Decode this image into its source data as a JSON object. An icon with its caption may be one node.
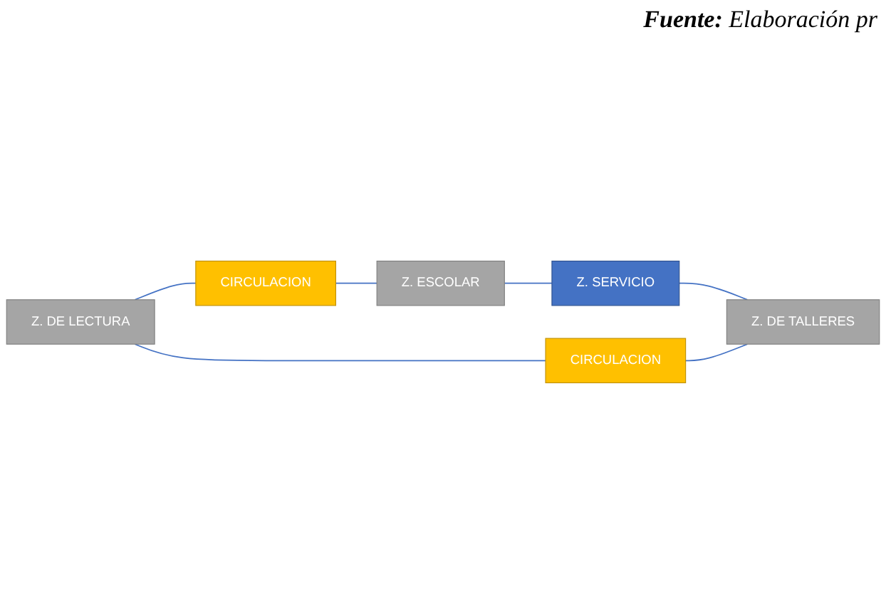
{
  "diagram": {
    "caption": "**Fuente:** Elaboración pr",
    "nodes": [
      {
        "text": [
          "Z. DE LECTURA"
        ]
      },
      {
        "text": [
          "CIRCULACION"
        ]
      },
      {
        "text": [
          "Z. ESCOLAR"
        ]
      },
      {
        "text": [
          "Z. SERVICIO"
        ]
      },
      {
        "text": [
          "CIRCULACION"
        ]
      },
      {
        "text": [
          "Z. DE TALLERES"
        ]
      }
    ],
    "edges": [
      {
        "from": 0,
        "to": 1,
        "arrow": "none"
      },
      {
        "from": 1,
        "to": 2,
        "arrow": "none"
      },
      {
        "from": 2,
        "to": 3,
        "arrow": "none"
      },
      {
        "from": 3,
        "to": 5,
        "arrow": "none"
      },
      {
        "from": 0,
        "to": 4,
        "arrow": "none"
      },
      {
        "from": 4,
        "to": 5,
        "arrow": "none"
      }
    ]
  }
}
